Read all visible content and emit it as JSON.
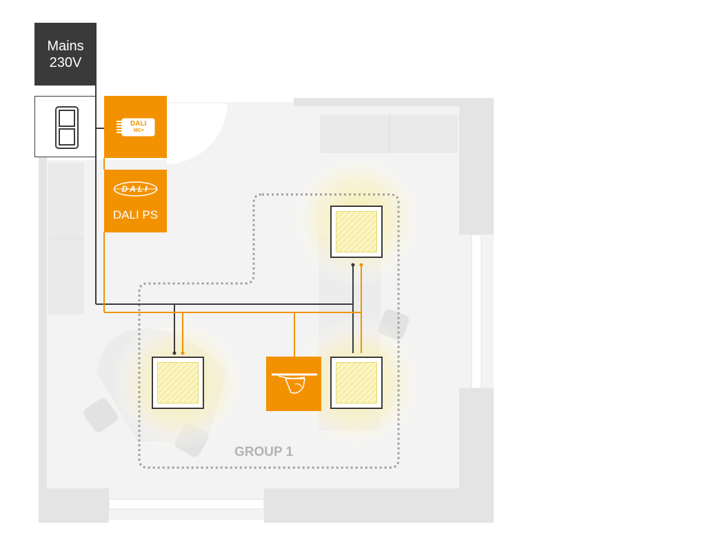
{
  "mains": {
    "line1": "Mains",
    "line2": "230V"
  },
  "dali_controller": {
    "logo": "DALI",
    "model": "MC+"
  },
  "dali_power_supply": {
    "logo_text": "DALI",
    "label": "DALI PS"
  },
  "group": {
    "label": "GROUP 1"
  },
  "colors": {
    "dali_orange": "#f39200",
    "mains_dark": "#3a3a3a",
    "room_floor": "#f2f2f2",
    "wall_gray": "#e4e4e4",
    "light_glow": "#f7eca0",
    "group_outline": "#9e9e9e"
  },
  "icons": {
    "switch": "wall-switch-icon",
    "controller": "dali-mc-plus-module-icon",
    "power_supply": "dali-logo-icon",
    "sensor": "ceiling-sensor-icon",
    "luminaire": "led-panel-icon"
  }
}
